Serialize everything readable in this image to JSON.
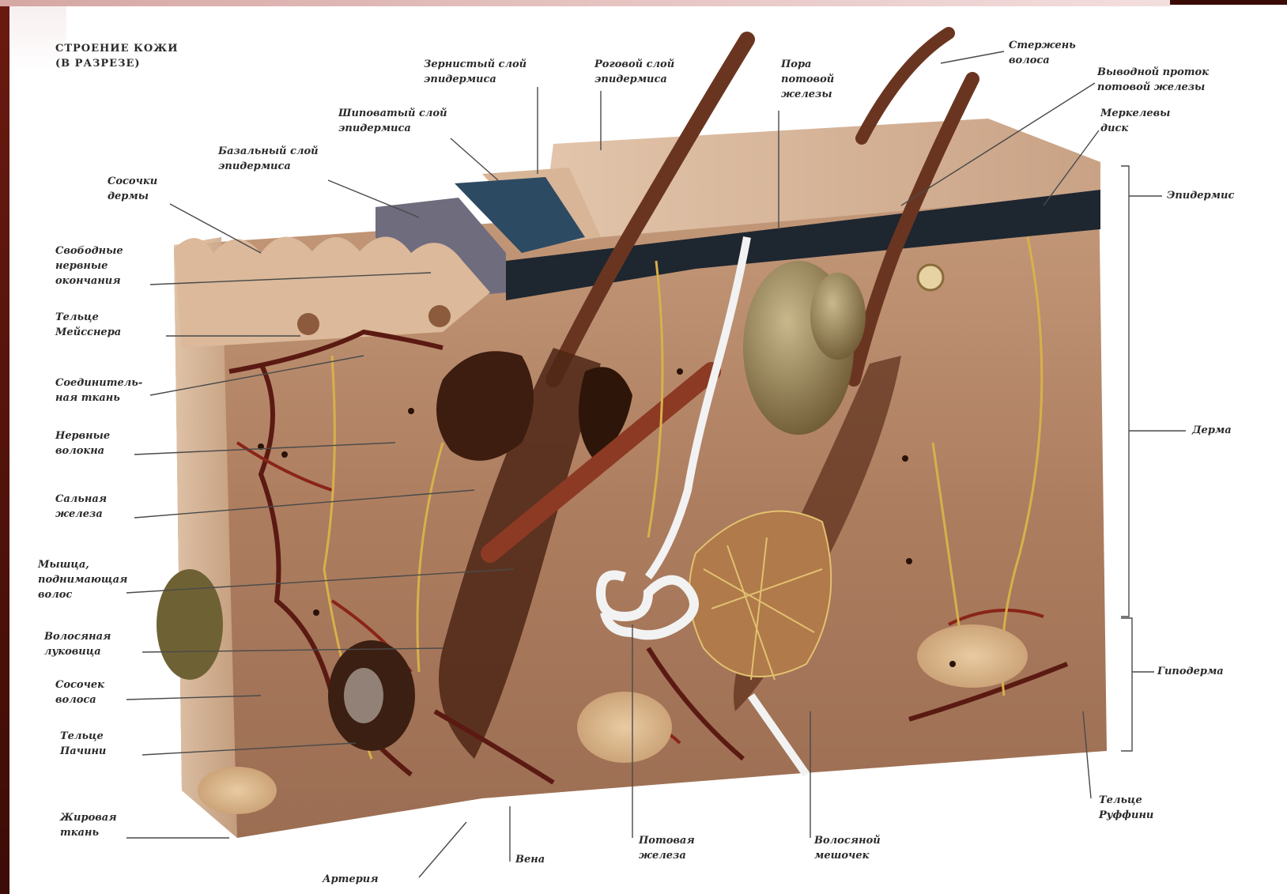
{
  "figure": {
    "title": "СТРОЕНИЕ КОЖИ\n(В РАЗРЕЗЕ)"
  },
  "labels": {
    "papillae_dermis": "Сосочки\nдермы",
    "free_nerve_endings": "Свободные\nнервные\nокончания",
    "meissner_corpuscle": "Тельце\nМейсснера",
    "connective_tissue": "Соединитель-\nная ткань",
    "nerve_fibers": "Нервные\nволокна",
    "sebaceous_gland": "Сальная\nжелеза",
    "hair_muscle": "Мышца,\nподнимающая\nволос",
    "hair_follicle": "Волосяная\nлуковица",
    "hair_papilla": "Сосочек\nволоса",
    "pacinian_corpuscle": "Тельце\nПачини",
    "fat_lobule": "Жировая\nткань",
    "artery": "Артерия",
    "vein": "Вена",
    "sweat_gland": "Потовая\nжелеза",
    "hair_bulb_bottom": "Волосяной\nмешочек",
    "ruffini_corpuscle": "Тельце\nРуффини",
    "basal_layer": "Базальный слой\nэпидермиса",
    "spinous_layer": "Шиповатый слой\nэпидермиса",
    "granular_layer": "Зернистый слой\nэпидермиса",
    "horny_layer": "Роговой слой\nэпидермиса",
    "sweat_pore": "Пора\nпотовой\nжелезы",
    "hair_shaft": "Стержень\nволоса",
    "sweat_duct": "Выводной проток\nпотовой железы",
    "merkel_disc": "Меркелевы\nдиск",
    "epidermis": "Эпидермис",
    "dermis": "Дерма",
    "hypodermis": "Гиподерма"
  },
  "colors": {
    "frame_dark": "#4a120a",
    "block_flesh": "#b98a68",
    "epidermis_top": "#d9b89c",
    "basal_dark": "#1e2630",
    "spinous_blue": "#2c4760",
    "hair_brown": "#5e2f1c",
    "vessel_red": "#7a1e14",
    "nerve_yellow": "#d8b04a",
    "sweat_white": "#f2f2f2"
  }
}
